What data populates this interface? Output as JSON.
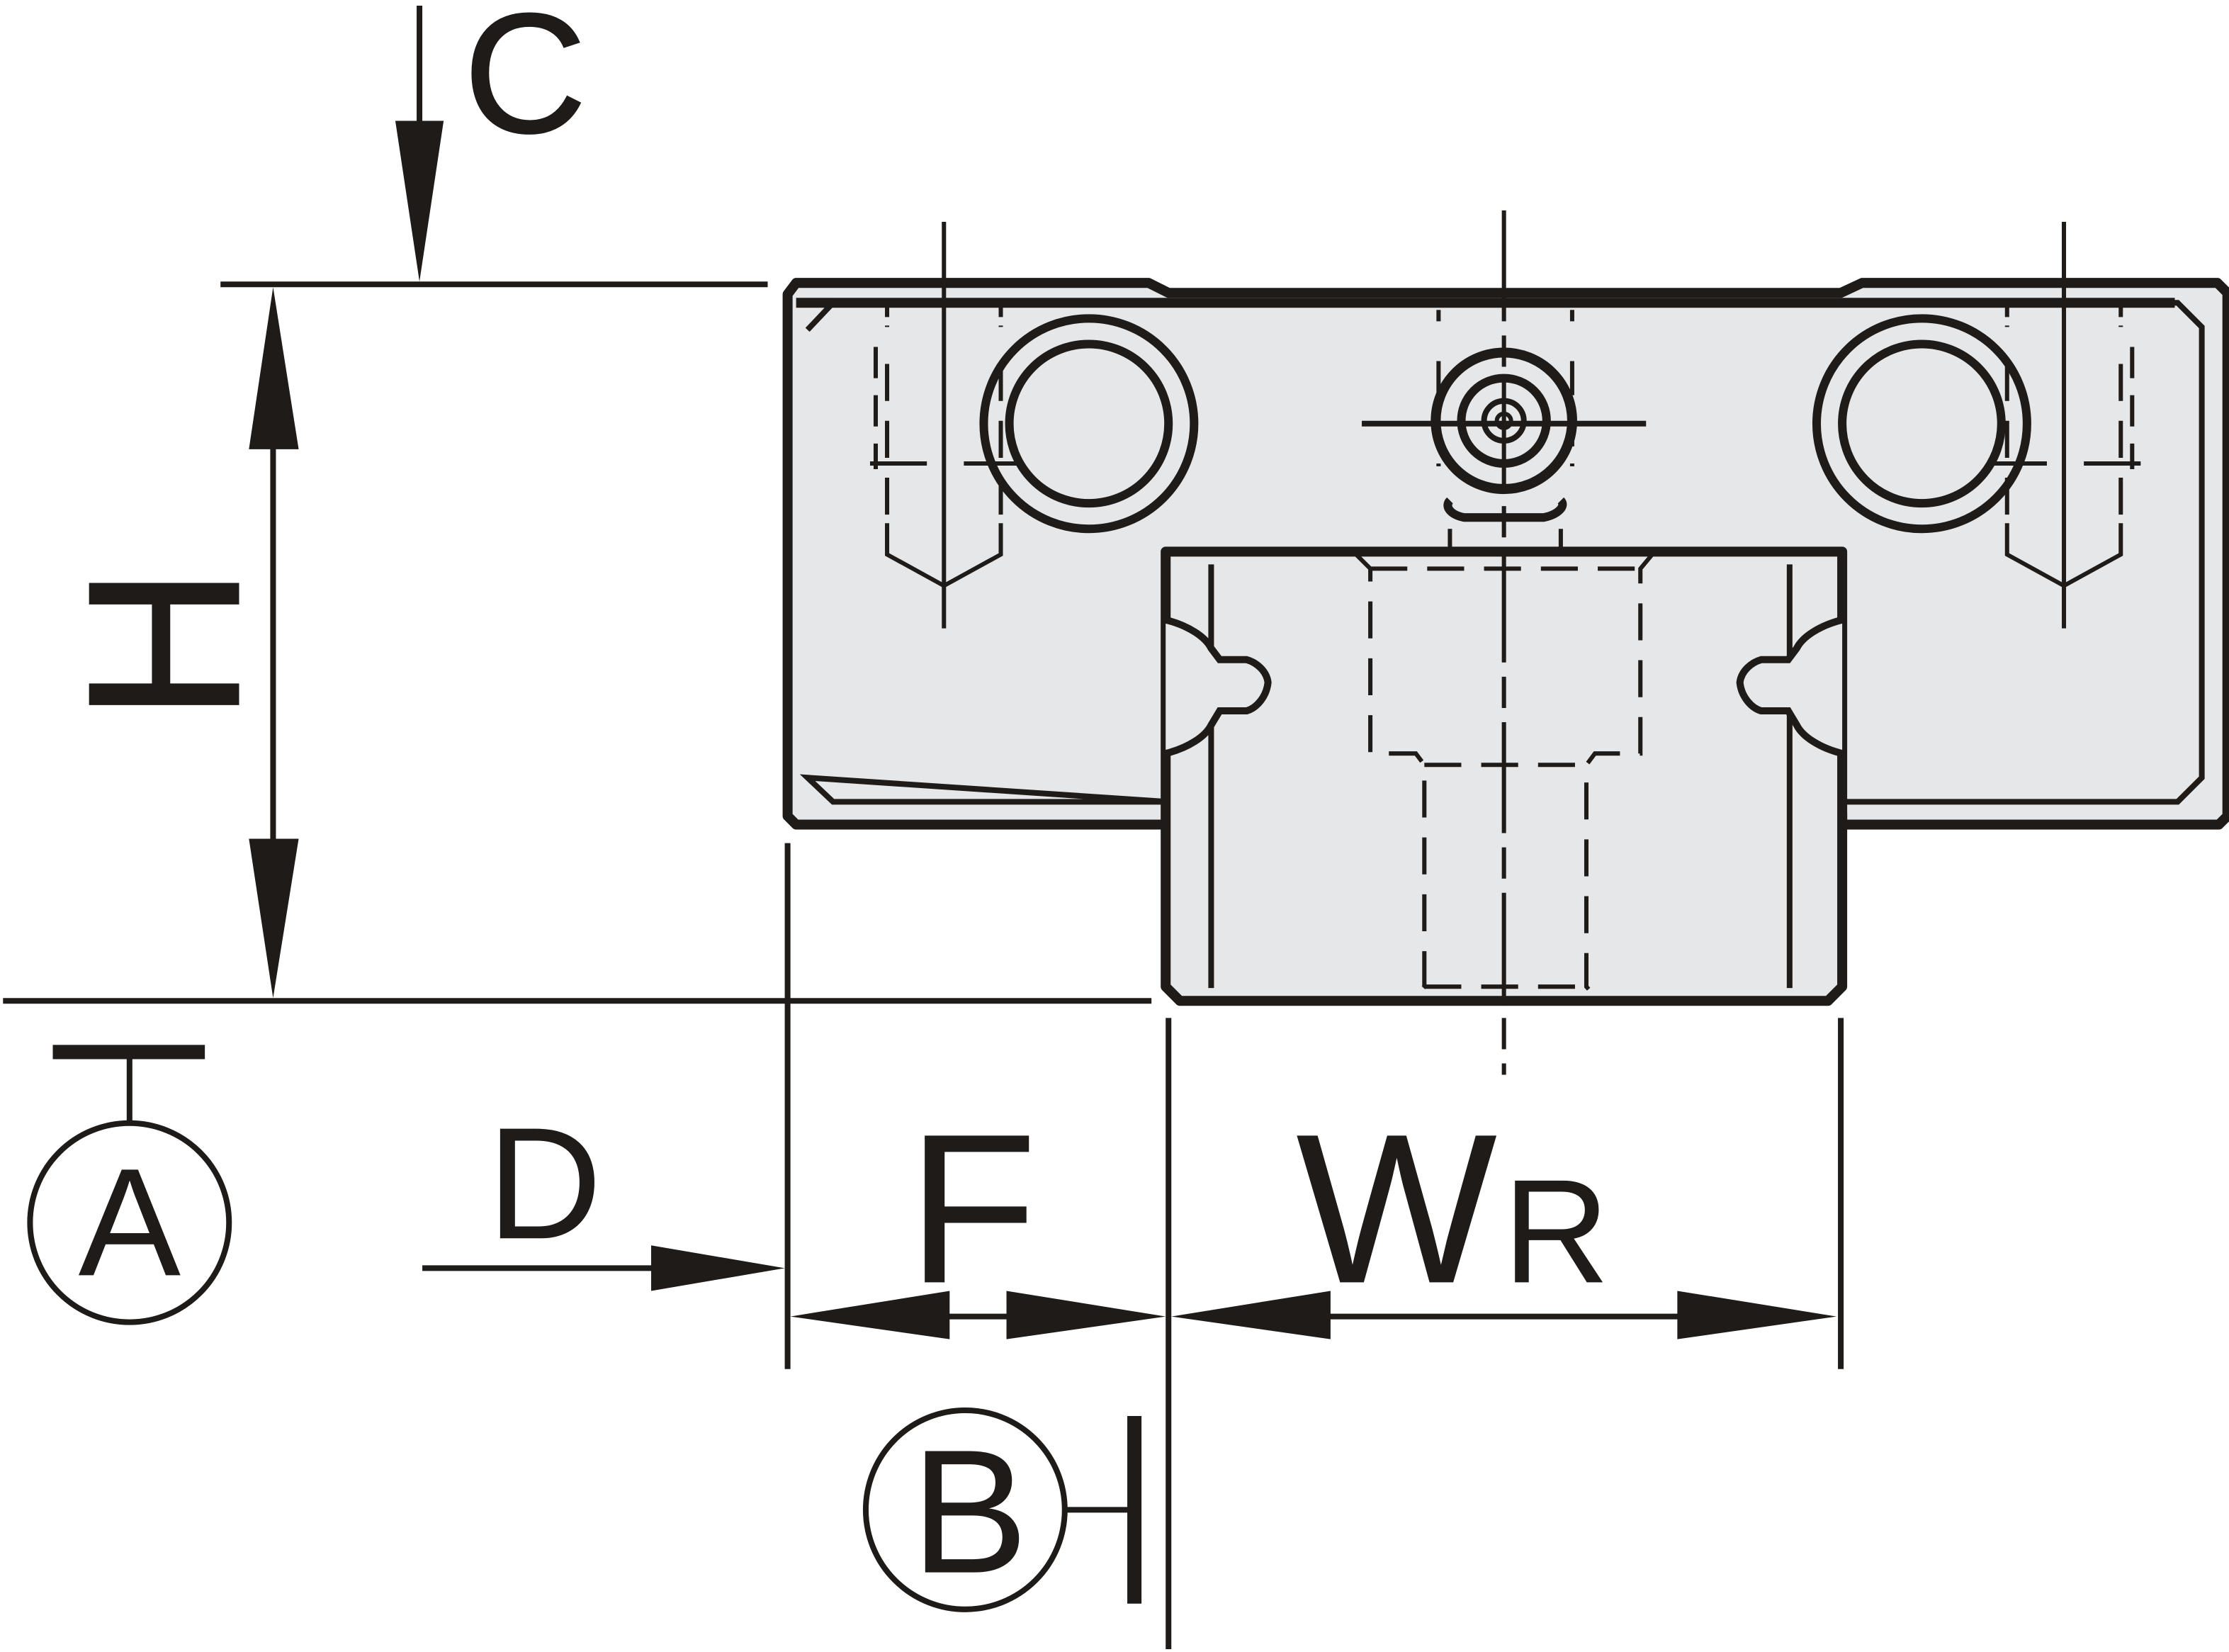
{
  "diagram": {
    "labels": {
      "c": "C",
      "h": "H",
      "d": "D",
      "f": "F",
      "w": "W",
      "w_subscript": "R",
      "datum_a": "A",
      "datum_b": "B"
    },
    "colors": {
      "ink": "#1e1b18",
      "part_fill": "#e6e7e9",
      "background": "#ffffff"
    }
  }
}
